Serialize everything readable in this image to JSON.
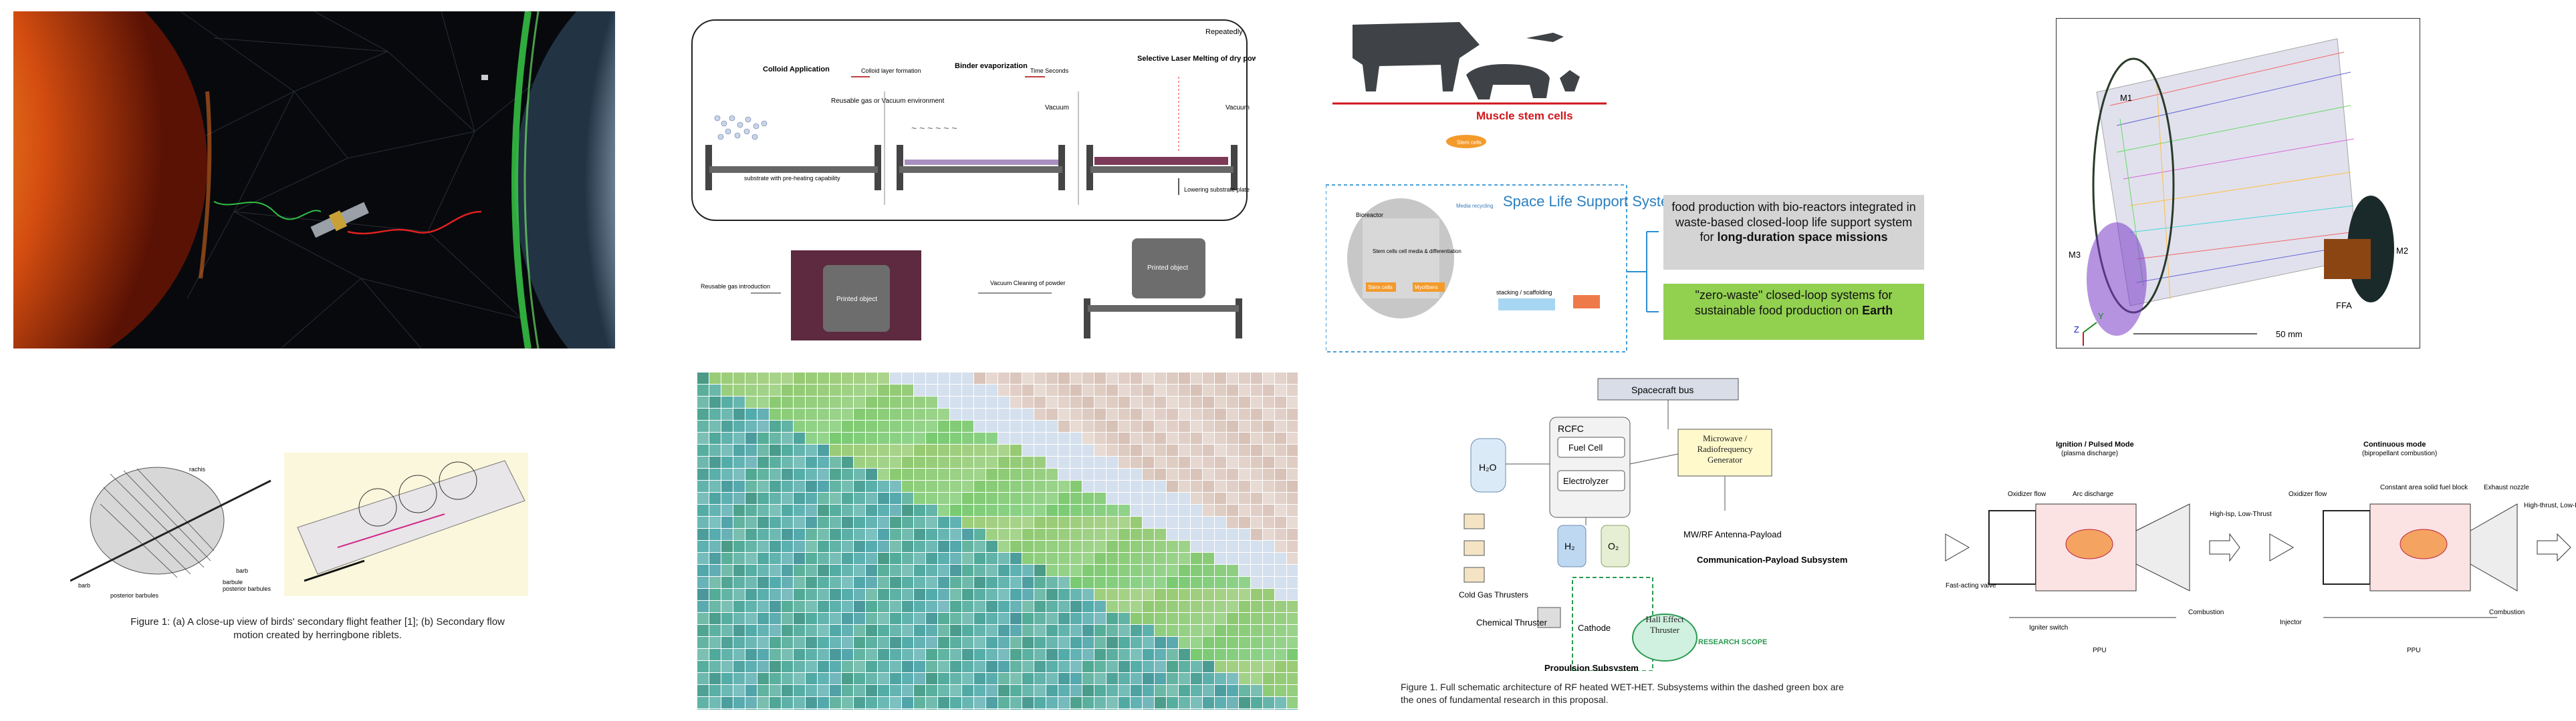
{
  "panels": {
    "sun": {},
    "lsm": {
      "repeatedly": "Repeatedly",
      "step1_title": "Colloid Application",
      "step1_arrow": "Colloid layer formation",
      "step2_title": "Binder evaporization",
      "step2_arrow": "Time Seconds",
      "step3_title": "Selective Laser Melting of dry powder",
      "gas_label": "Reusable gas or Vacuum environment",
      "vacuum1": "Vacuum",
      "vacuum2": "Vacuum",
      "substrate_label": "substrate with pre-heating capability",
      "lowering_label": "Lowering substrate plate",
      "reusable_gas_intro": "Reusable gas introduction",
      "printed1": "Printed object",
      "cleaning_label": "Vacuum Cleaning of powder",
      "printed2": "Printed object"
    },
    "food": {
      "muscle_label": "Muscle stem cells",
      "petri": "Stem cells",
      "bioreactor": "Bioreactor",
      "media_recycling": "Media recycling",
      "inside_text": "Stem cells cell media & differentiation",
      "cells_left": "Stem cells",
      "cells_right": "Myofibers",
      "stacking": "stacking / scaffolding",
      "space_title": "Space Life Support System",
      "box1": "food production with bio-reactors integrated in waste-based closed-loop life support system for",
      "box1_bold": "long-duration space missions",
      "box2": "\"zero-waste\" closed-loop systems for sustainable food production on",
      "box2_bold": "Earth"
    },
    "telescope": {
      "m1": "M1",
      "m2": "M2",
      "m3": "M3",
      "ffa": "FFA",
      "axis_y": "Y",
      "axis_z": "Z",
      "scale": "50 mm"
    },
    "feather": {
      "labels": [
        "rachis",
        "barb",
        "barbule",
        "posterior barbules",
        "barb",
        "posterior barbules"
      ],
      "caption": "Figure 1: (a) A close-up view of birds' secondary flight feather [1]; (b) Secondary flow motion created by herringbone riblets."
    },
    "mosaic": {},
    "spacecraft": {
      "bus": "Spacecraft bus",
      "rcfc": "RCFC",
      "fuel_cell": "Fuel Cell",
      "electrolyzer": "Electrolyzer",
      "h2o": "H₂O",
      "h2": "H₂",
      "o2": "O₂",
      "mw": "Microwave / Radiofrequency Generator",
      "antenna": "MW/RF Antenna-Payload",
      "comm": "Communication-Payload Subsystem",
      "cold_gas": "Cold Gas Thrusters",
      "chemical": "Chemical Thruster",
      "cathode": "Cathode",
      "hall": "Hall Effect Thruster",
      "research": "RESEARCH SCOPE",
      "propulsion": "Propulsion Subsystem",
      "caption": "Figure 1. Full schematic architecture of RF heated WET-HET. Subsystems within the dashed green box are the ones of fundamental research in this proposal."
    },
    "ignition": {
      "left_title": "Ignition / Pulsed Mode",
      "left_sub": "(plasma discharge)",
      "right_title": "Continuous mode",
      "right_sub": "(bipropellant combustion)",
      "oxidizer1": "Oxidizer flow",
      "arc": "Arc discharge",
      "highisp1": "High-Isp, Low-Thrust",
      "fastvalve": "Fast-acting valve",
      "igniter": "Igniter switch",
      "ppu1": "PPU",
      "combustion1": "Combustion",
      "oxidizer2": "Oxidizer flow",
      "fuel_block": "Constant area solid fuel block",
      "exhaust": "Exhaust nozzle",
      "highisp2": "High-thrust, Low-Isp",
      "injector": "Injector",
      "ppu2": "PPU",
      "combustion2": "Combustion"
    }
  }
}
